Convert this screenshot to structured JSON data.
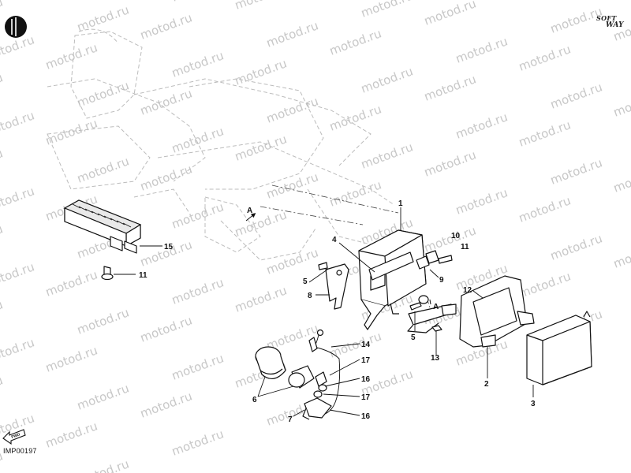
{
  "diagram": {
    "document_code": "IMP00197",
    "brand_line1": "SOFT",
    "brand_line2": "WAY",
    "watermark_text": "motod.ru",
    "reference_marks": [
      "A",
      "A"
    ],
    "fwd_arrow_label": "FWD",
    "callouts": [
      "1",
      "2",
      "3",
      "4",
      "5",
      "5",
      "6",
      "7",
      "8",
      "9",
      "10",
      "11",
      "11",
      "12",
      "13",
      "14",
      "15",
      "16",
      "16",
      "17",
      "17"
    ]
  }
}
